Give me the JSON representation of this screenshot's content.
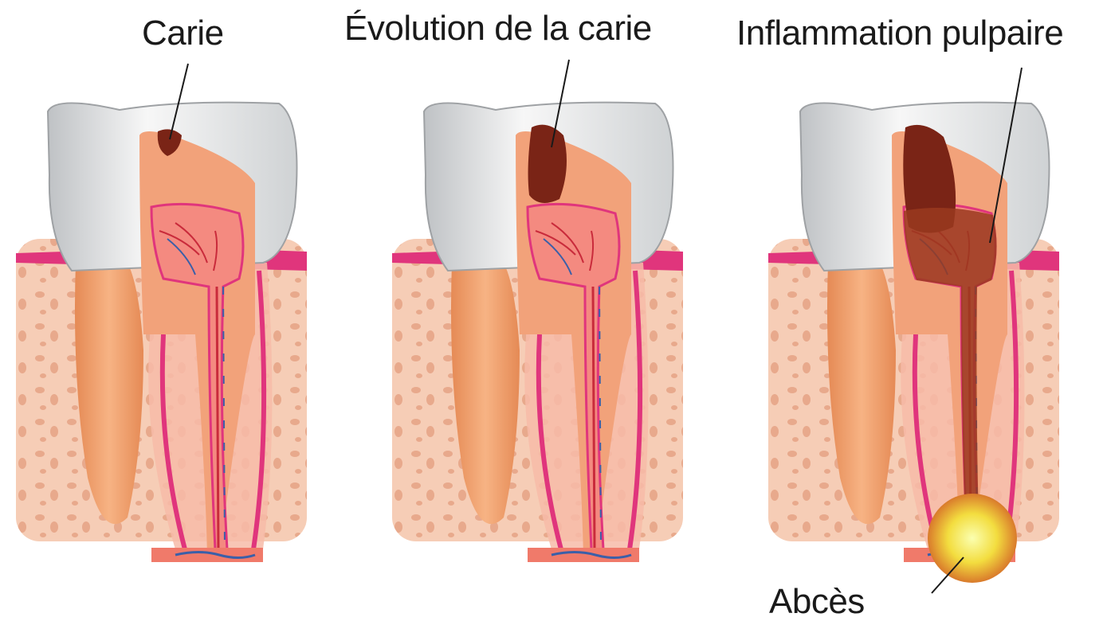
{
  "stages": [
    {
      "id": "stage-1",
      "label": "Carie"
    },
    {
      "id": "stage-2",
      "label": "Évolution de la carie"
    },
    {
      "id": "stage-3",
      "label": "Inflammation pulpaire"
    }
  ],
  "abscess_label": "Abcès",
  "colors": {
    "enamel": "#e9eaeb",
    "dentin": "#f2a27a",
    "pulp": "#f07878",
    "gum": "#f7c9c2",
    "gum_edge": "#e0357c",
    "bone": "#f3c2a9",
    "decay": "#7a2416",
    "inflamed_pulp": "#9a3a1e",
    "abscess": "#f5e85a"
  }
}
